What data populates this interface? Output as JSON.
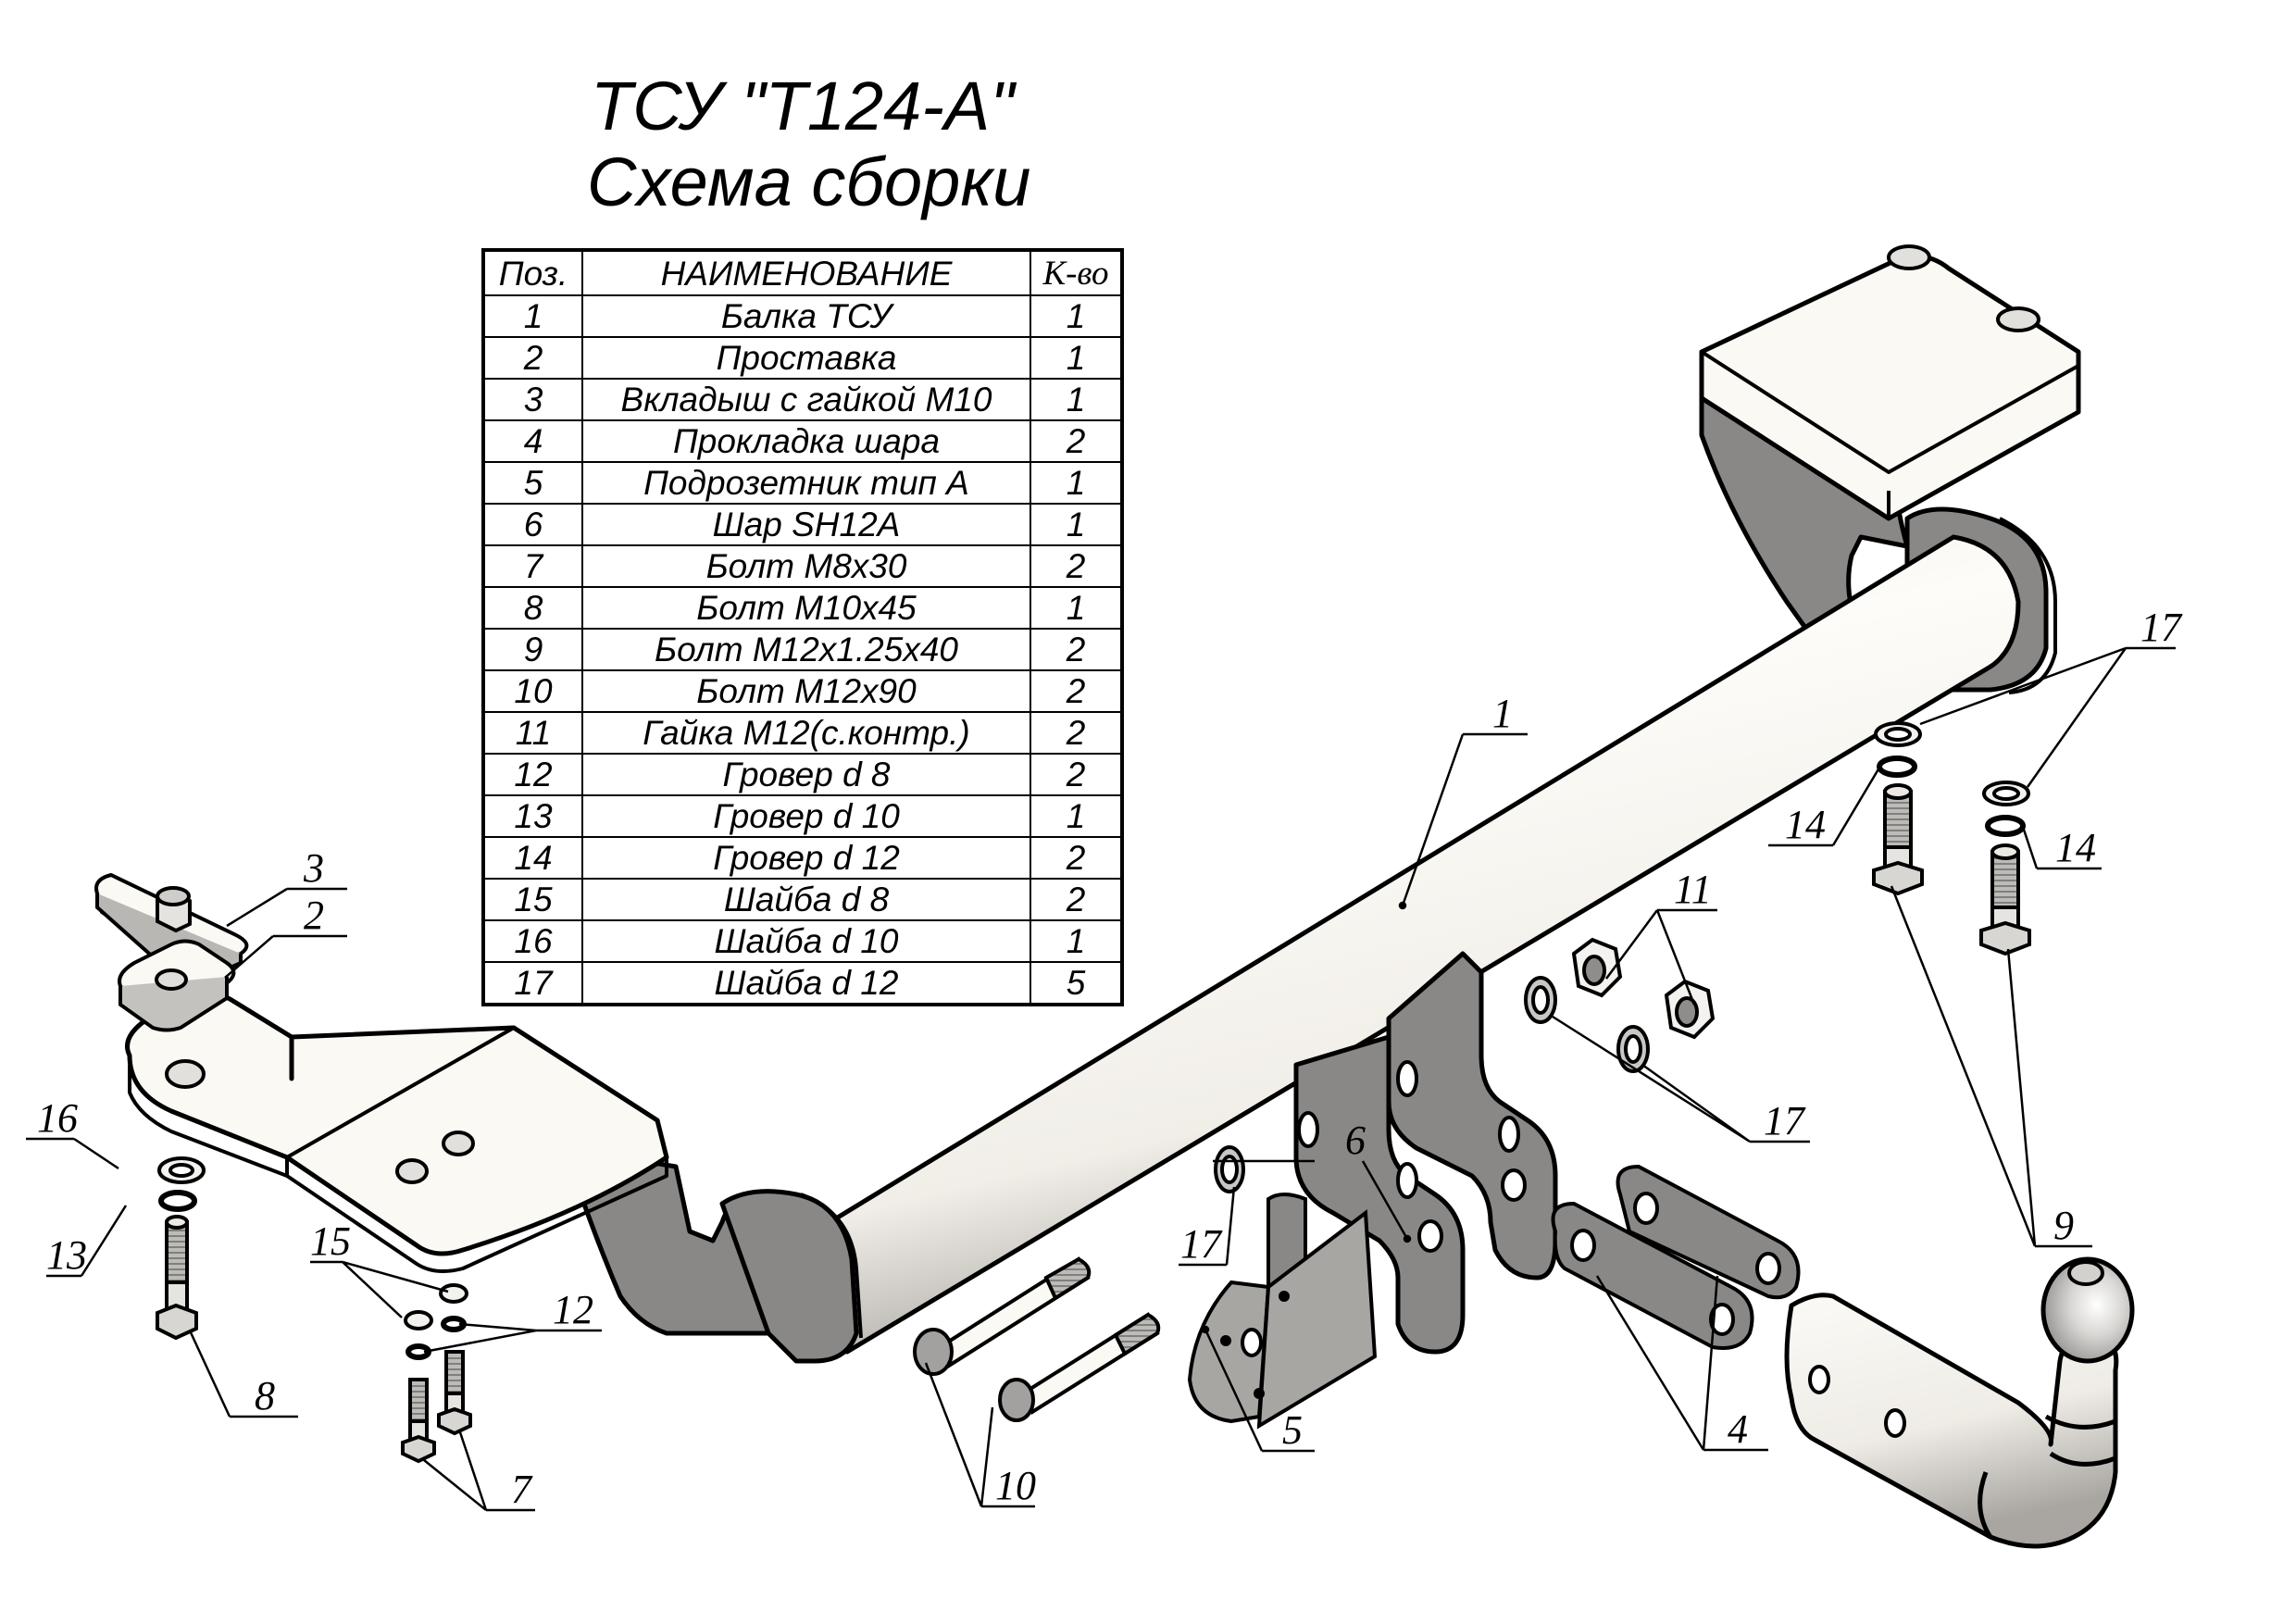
{
  "title": {
    "line1": "ТСУ \"Т124-А\"",
    "line2": "Схема сборки"
  },
  "bom": {
    "headers": {
      "pos": "Поз.",
      "name": "НАИМЕНОВАНИЕ",
      "qty": "К-во"
    },
    "rows": [
      {
        "pos": "1",
        "name": "Балка ТСУ",
        "qty": "1"
      },
      {
        "pos": "2",
        "name": "Проставка",
        "qty": "1"
      },
      {
        "pos": "3",
        "name": "Вкладыш с гайкой М10",
        "qty": "1"
      },
      {
        "pos": "4",
        "name": "Прокладка шара",
        "qty": "2"
      },
      {
        "pos": "5",
        "name": "Подрозетник тип А",
        "qty": "1"
      },
      {
        "pos": "6",
        "name": "Шар SH12A",
        "qty": "1"
      },
      {
        "pos": "7",
        "name": "Болт М8x30",
        "qty": "2"
      },
      {
        "pos": "8",
        "name": "Болт М10x45",
        "qty": "1"
      },
      {
        "pos": "9",
        "name": "Болт М12x1.25x40",
        "qty": "2"
      },
      {
        "pos": "10",
        "name": "Болт М12x90",
        "qty": "2"
      },
      {
        "pos": "11",
        "name": "Гайка М12(с.контр.)",
        "qty": "2"
      },
      {
        "pos": "12",
        "name": "Гровер d 8",
        "qty": "2"
      },
      {
        "pos": "13",
        "name": "Гровер d 10",
        "qty": "1"
      },
      {
        "pos": "14",
        "name": "Гровер d 12",
        "qty": "2"
      },
      {
        "pos": "15",
        "name": "Шайба d 8",
        "qty": "2"
      },
      {
        "pos": "16",
        "name": "Шайба d 10",
        "qty": "1"
      },
      {
        "pos": "17",
        "name": "Шайба d 12",
        "qty": "5"
      }
    ]
  },
  "callouts": {
    "c1": "1",
    "c2": "2",
    "c3": "3",
    "c4": "4",
    "c5": "5",
    "c6": "6",
    "c7": "7",
    "c8": "8",
    "c9": "9",
    "c10": "10",
    "c11a": "11",
    "c12": "12",
    "c13": "13",
    "c14a": "14",
    "c14b": "14",
    "c15": "15",
    "c16": "16",
    "c17a": "17",
    "c17b": "17",
    "c17c": "17"
  },
  "colors": {
    "outline": "#000000",
    "part_light": "#fbf9f3",
    "part_dark": "#8a8886",
    "part_mid": "#b4b2b0"
  }
}
